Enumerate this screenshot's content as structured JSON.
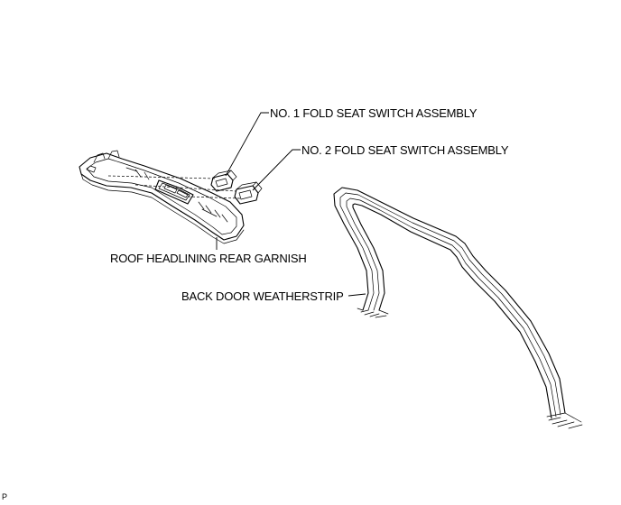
{
  "labels": {
    "switch_1": "NO. 1 FOLD SEAT SWITCH ASSEMBLY",
    "switch_2": "NO. 2 FOLD SEAT SWITCH ASSEMBLY",
    "garnish": "ROOF HEADLINING REAR GARNISH",
    "weatherstrip": "BACK DOOR WEATHERSTRIP"
  },
  "figure_code": "P"
}
